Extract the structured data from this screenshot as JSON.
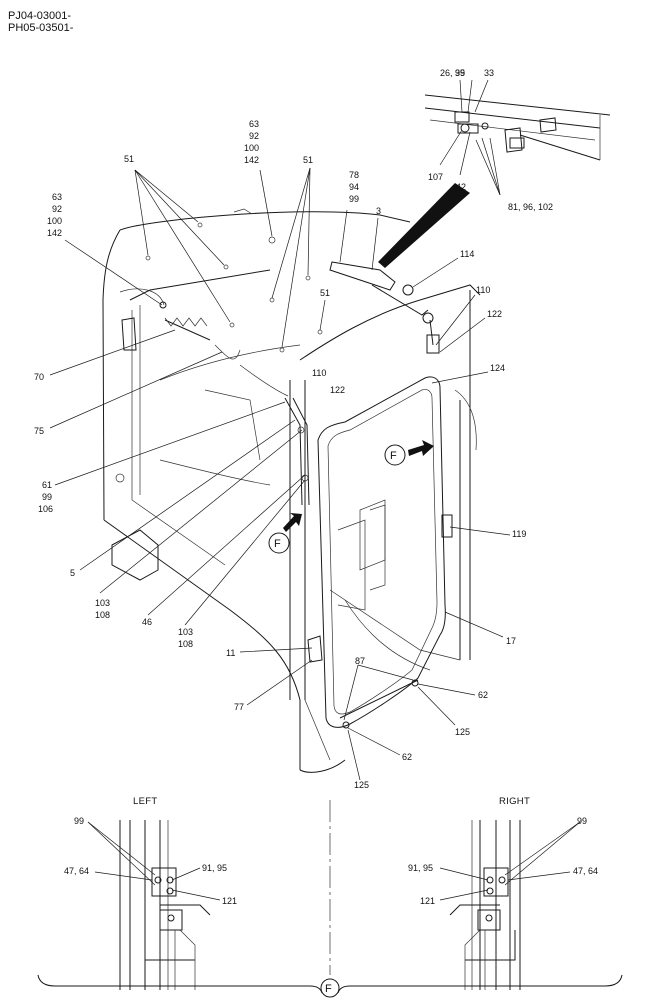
{
  "header": {
    "line1": "PJ04-03001-",
    "line2": "PH05-03501-"
  },
  "sections": {
    "left": "LEFT",
    "right": "RIGHT",
    "view_marker": "F"
  },
  "parts": {
    "p26_99": "26, 99",
    "p35": "35",
    "p33": "33",
    "p107": "107",
    "p42": "42",
    "p81_96_102": "81, 96, 102",
    "p63": "63",
    "p92": "92",
    "p100": "100",
    "p142": "142",
    "p51": "51",
    "p78": "78",
    "p94": "94",
    "p99": "99",
    "p3": "3",
    "p114": "114",
    "p110": "110",
    "p122": "122",
    "p124": "124",
    "p70": "70",
    "p75": "75",
    "p61": "61",
    "p106": "106",
    "p5": "5",
    "p103": "103",
    "p108": "108",
    "p46": "46",
    "p119": "119",
    "p17": "17",
    "p11": "11",
    "p87": "87",
    "p62": "62",
    "p77": "77",
    "p125": "125",
    "p47_64": "47, 64",
    "p91_95": "91, 95",
    "p121": "121"
  }
}
